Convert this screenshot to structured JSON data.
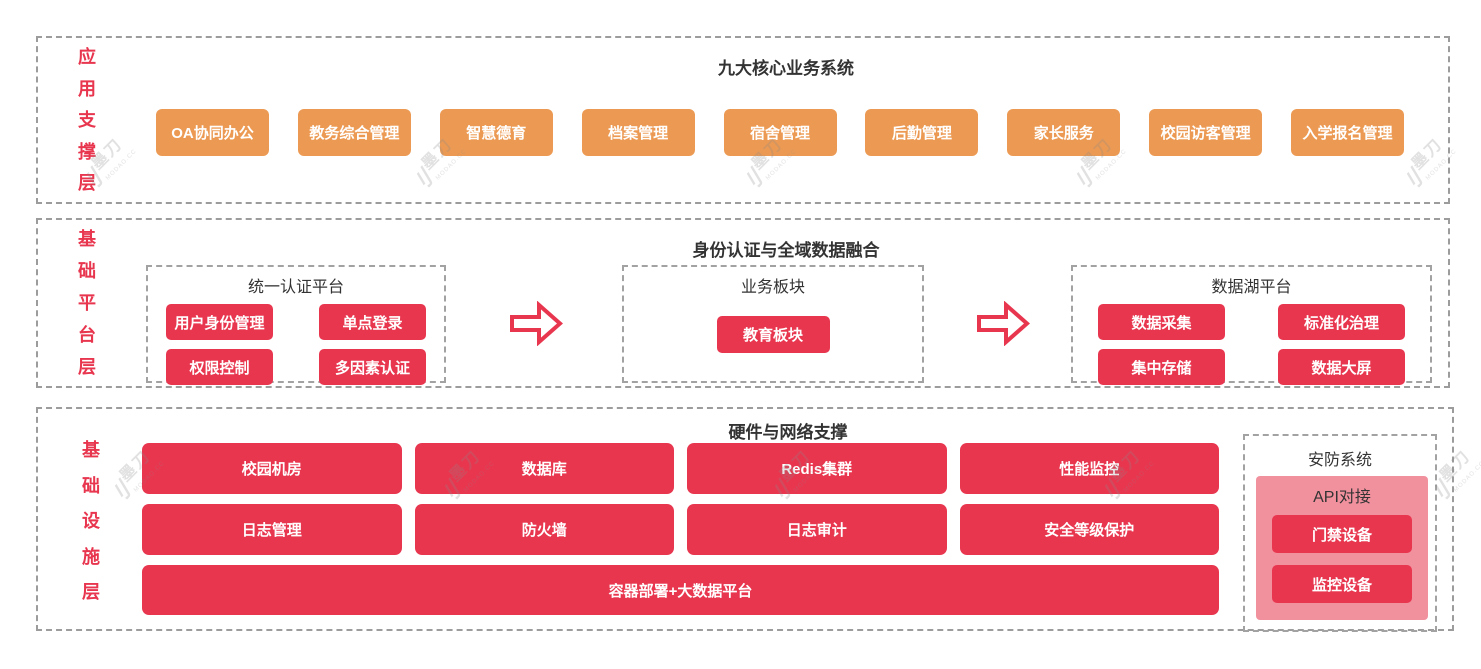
{
  "colors": {
    "orange": "#ec9a53",
    "red": "#e8364f",
    "pink": "#f2919e",
    "label_red": "#e8364f",
    "title_dark": "#333333",
    "border_gray": "#9c9c9c"
  },
  "watermark": {
    "brand": "墨刀",
    "domain": "MODAO.CC"
  },
  "app_layer": {
    "label_chars": [
      "应",
      "用",
      "支",
      "撑",
      "层"
    ],
    "title": "九大核心业务系统",
    "systems": [
      "OA协同办公",
      "教务综合管理",
      "智慧德育",
      "档案管理",
      "宿舍管理",
      "后勤管理",
      "家长服务",
      "校园访客管理",
      "入学报名管理"
    ]
  },
  "platform_layer": {
    "label_chars": [
      "基",
      "础",
      "平",
      "台",
      "层"
    ],
    "title": "身份认证与全域数据融合",
    "auth_group": {
      "title": "统一认证平台",
      "items": [
        "用户身份管理",
        "单点登录",
        "权限控制",
        "多因素认证"
      ]
    },
    "business_group": {
      "title": "业务板块",
      "items": [
        "教育板块"
      ]
    },
    "datalake_group": {
      "title": "数据湖平台",
      "items": [
        "数据采集",
        "标准化治理",
        "集中存储",
        "数据大屏"
      ]
    }
  },
  "infra_layer": {
    "label_chars": [
      "基",
      "础",
      "设",
      "施",
      "层"
    ],
    "title": "硬件与网络支撑",
    "row1": [
      "校园机房",
      "数据库",
      "Redis集群",
      "性能监控"
    ],
    "row2": [
      "日志管理",
      "防火墙",
      "日志审计",
      "安全等级保护"
    ],
    "wide": "容器部署+大数据平台",
    "security": {
      "title": "安防系统",
      "subtitle": "API对接",
      "items": [
        "门禁设备",
        "监控设备"
      ]
    }
  }
}
